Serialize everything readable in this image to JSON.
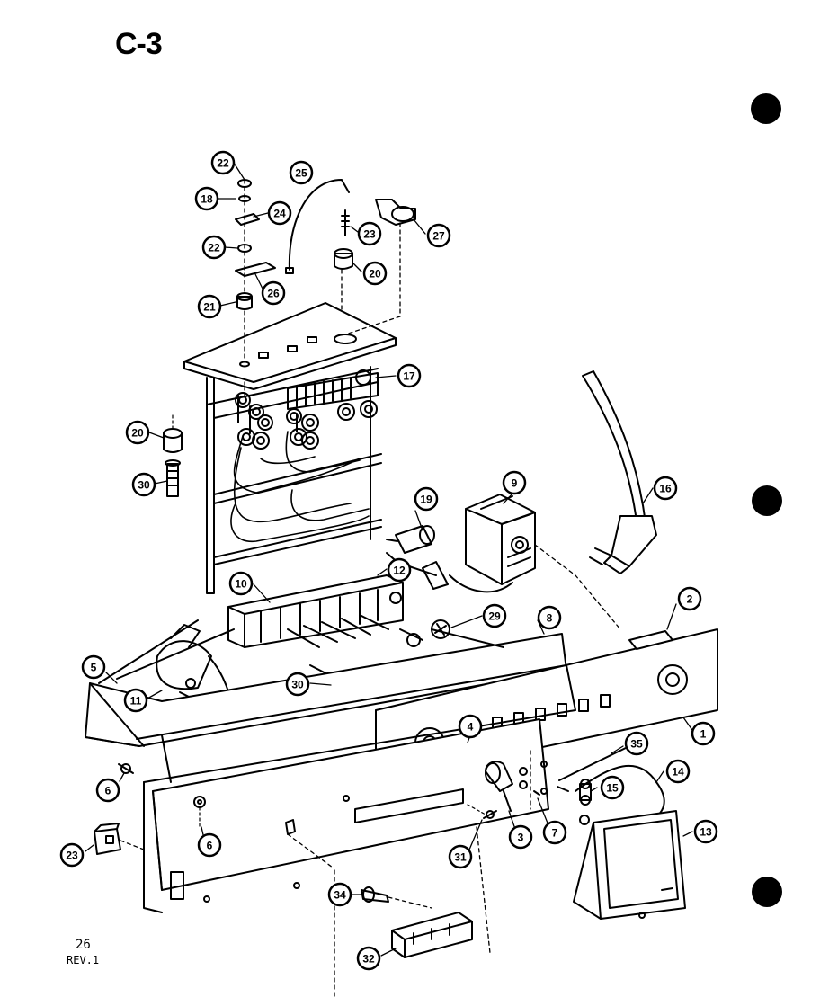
{
  "header": {
    "diagram_code": "C-3"
  },
  "footer": {
    "page_number": "26",
    "revision": "REV.1"
  },
  "callouts": [
    "22",
    "18",
    "24",
    "22",
    "25",
    "23",
    "27",
    "20",
    "26",
    "21",
    "17",
    "20",
    "19",
    "30",
    "9",
    "16",
    "12",
    "10",
    "29",
    "2",
    "8",
    "5",
    "11",
    "30",
    "1",
    "4",
    "35",
    "14",
    "15",
    "6",
    "7",
    "3",
    "13",
    "6",
    "31",
    "23",
    "34",
    "32"
  ]
}
